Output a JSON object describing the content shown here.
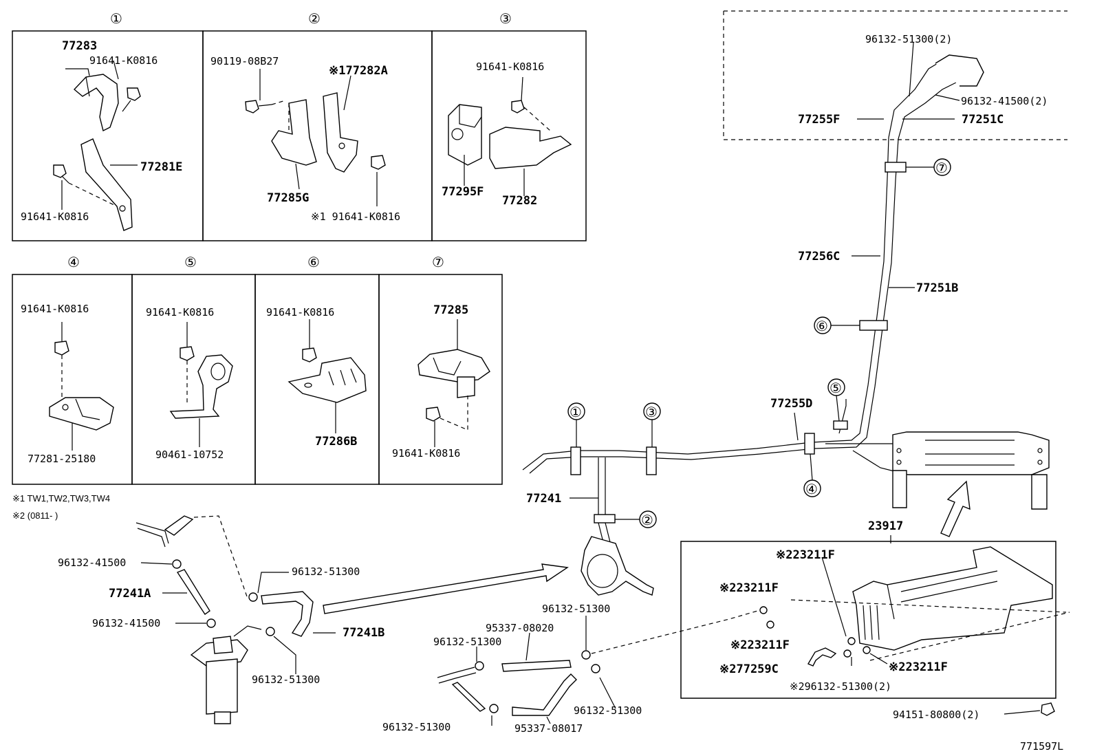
{
  "callouts": {
    "c1": "①",
    "c2": "②",
    "c3": "③",
    "c4": "④",
    "c5": "⑤",
    "c6": "⑥",
    "c7": "⑦"
  },
  "panel1": {
    "p77283": "77283",
    "p91641a": "91641-K0816",
    "p77281e": "77281E",
    "p91641b": "91641-K0816"
  },
  "panel2": {
    "p90119": "90119-08B27",
    "p77282a": "※177282A",
    "p77285g": "77285G",
    "p91641": "※1 91641-K0816"
  },
  "panel3": {
    "p91641": "91641-K0816",
    "p77295f": "77295F",
    "p77282": "77282"
  },
  "panel4": {
    "p91641": "91641-K0816",
    "p77281": "77281-25180"
  },
  "panel5": {
    "p91641": "91641-K0816",
    "p90461": "90461-10752"
  },
  "panel6": {
    "p91641": "91641-K0816",
    "p77286b": "77286B"
  },
  "panel7": {
    "p77285": "77285",
    "p91641": "91641-K0816"
  },
  "notes": {
    "n1": "※1  TW1,TW2,TW3,TW4",
    "n2": "※2 (0811-       )"
  },
  "main": {
    "p96132_51300_2": "96132-51300(2)",
    "p96132_41500_2": "96132-41500(2)",
    "p77255f": "77255F",
    "p77251c": "77251C",
    "p77256c": "77256C",
    "p77251b": "77251B",
    "p77255d": "77255D",
    "p77241": "77241",
    "p23917": "23917"
  },
  "lowerLeft": {
    "p96132_41500a": "96132-41500",
    "p77241a": "77241A",
    "p96132_41500b": "96132-41500",
    "p96132_51300a": "96132-51300",
    "p77241b": "77241B",
    "p96132_51300b": "96132-51300"
  },
  "lowerMid": {
    "p96132_51300a": "96132-51300",
    "p95337_08020": "95337-08020",
    "p96132_51300b": "96132-51300",
    "p96132_51300c": "96132-51300",
    "p96132_51300d": "96132-51300",
    "p95337_08017": "95337-08017"
  },
  "detail": {
    "a": "※223211F",
    "b": "※223211F",
    "c": "※223211F",
    "d": "※277259C",
    "e": "※223211F",
    "f": "※296132-51300(2)"
  },
  "footer": {
    "p94151": "94151-80800(2)",
    "ref": "771597L"
  }
}
